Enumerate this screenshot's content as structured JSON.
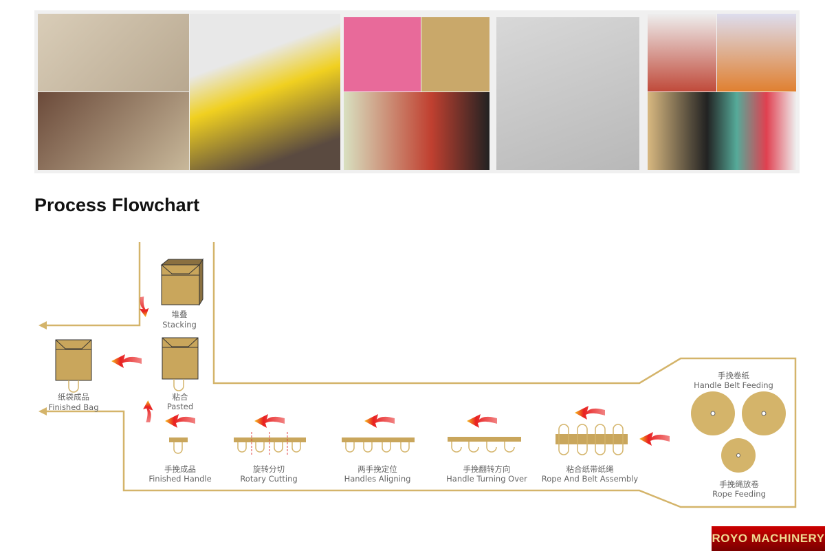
{
  "section_title": "Process Flowchart",
  "steps": {
    "stacking": {
      "cn": "堆叠",
      "en": "Stacking"
    },
    "finished_bag": {
      "cn": "纸袋成品",
      "en": "Finished Bag"
    },
    "pasted": {
      "cn": "粘合",
      "en": "Pasted"
    },
    "finished_handle": {
      "cn": "手挽成品",
      "en": "Finished Handle"
    },
    "rotary_cutting": {
      "cn": "旋转分切",
      "en": "Rotary Cutting"
    },
    "handles_aligning": {
      "cn": "两手挽定位",
      "en": "Handles Aligning"
    },
    "handle_turning": {
      "cn": "手挽翻转方向",
      "en": "Handle Turning Over"
    },
    "rope_belt": {
      "cn": "粘合纸带纸绳",
      "en": "Rope And Belt Assembly"
    },
    "belt_feeding": {
      "cn": "手挽卷纸",
      "en": "Handle Belt Feeding"
    },
    "rope_feeding": {
      "cn": "手挽绳放卷",
      "en": "Rope Feeding"
    }
  },
  "logo": "ROYO MACHINERY",
  "colors": {
    "gold": "#d4b46a",
    "bag": "#c9a65c",
    "arrow": "#e02020"
  }
}
